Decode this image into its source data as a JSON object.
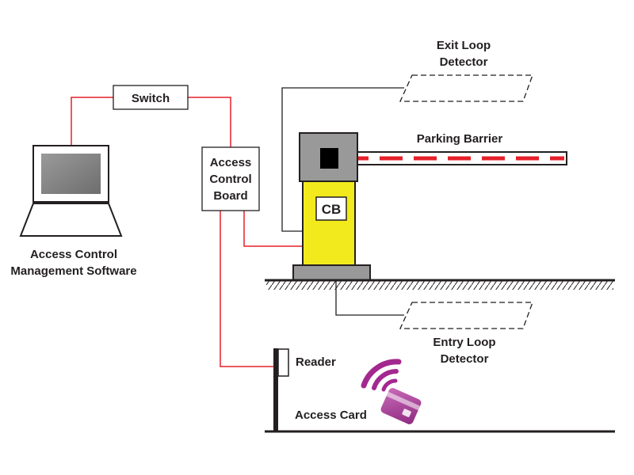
{
  "labels": {
    "software": [
      "Access Control",
      "Management Software"
    ],
    "switch": "Switch",
    "board": [
      "Access",
      "Control",
      "Board"
    ],
    "exit_loop": [
      "Exit Loop",
      "Detector"
    ],
    "parking_barrier": "Parking Barrier",
    "control_box": "CB",
    "entry_loop": [
      "Entry Loop",
      "Detector"
    ],
    "reader": "Reader",
    "access_card": "Access Card"
  },
  "colors": {
    "network_wire": "#e5202a",
    "signal_wire": "#231f20",
    "barrier_housing": "#999999",
    "pillar": "#f2ea1c",
    "base": "#999999",
    "boom_stripe": "#e5202a",
    "card": "#a3288f",
    "screen": "#8a8a8a"
  },
  "icons": {
    "computer": "laptop-icon",
    "wireless": "wireless-signal-icon",
    "card": "access-card-icon"
  }
}
